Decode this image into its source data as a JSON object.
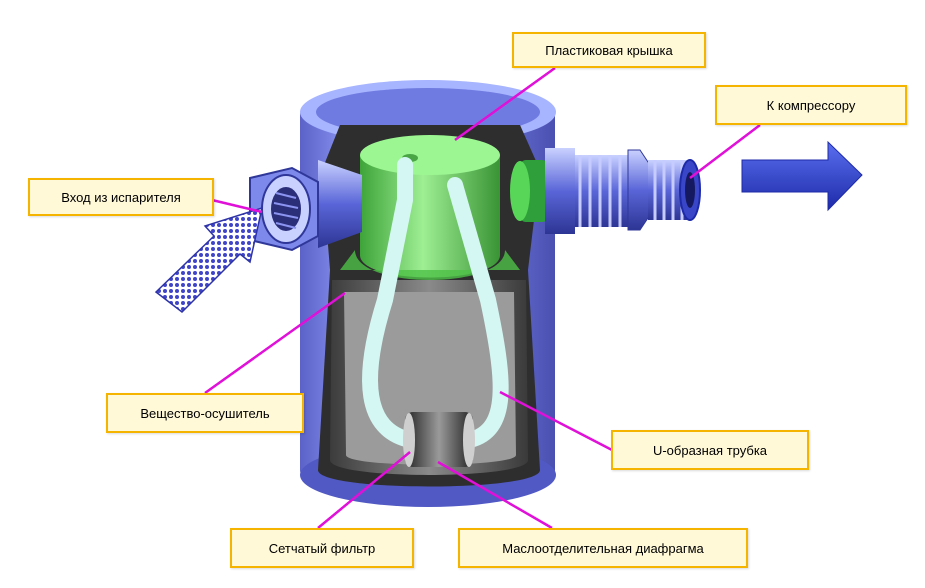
{
  "labels": {
    "plastic_cap": "Пластиковая крышка",
    "to_compressor": "К компрессору",
    "evaporator_inlet": "Вход из испарителя",
    "desiccant": "Вещество-осушитель",
    "u_tube": "U-образная трубка",
    "mesh_filter": "Сетчатый фильтр",
    "oil_diaphragm": "Маслоотделительная диафрагма"
  },
  "colors": {
    "callout_fill": "#fff9d8",
    "callout_border": "#f5b400",
    "leader_line": "#e010d8",
    "shell_blue": "#7f8ef0",
    "cap_green": "#7ef07a",
    "arrow_blue": "#2a3ad0"
  },
  "icons": {
    "inlet_arrow": "dotted-arrow-icon",
    "outlet_arrow": "right-arrow-icon"
  }
}
